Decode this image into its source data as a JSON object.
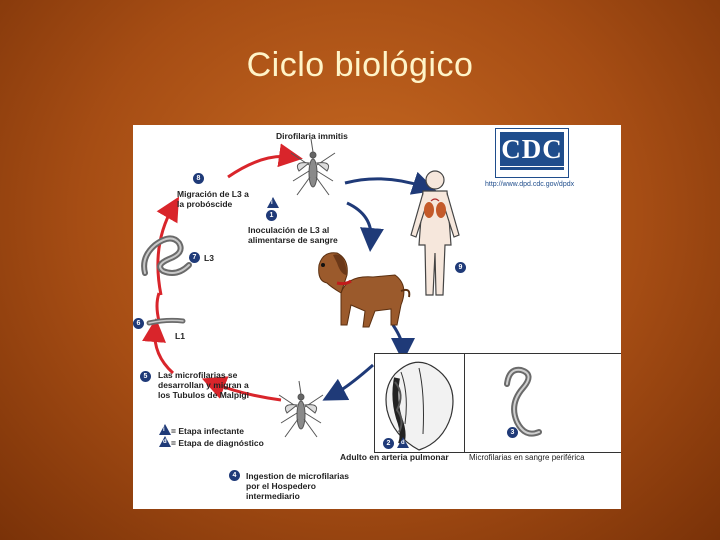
{
  "slide": {
    "title": "Ciclo biológico"
  },
  "logo": {
    "text": "CDC",
    "url": "http://www.dpd.cdc.gov/dpdx"
  },
  "labels": {
    "title_species": "Dirofilaria immitis",
    "step1": "Inoculación de L3 al\nalimentarse de sangre",
    "step8": "Migración de L3 a\nla probóscide",
    "step7": "L3",
    "step6": "L1",
    "step5": "Las microfilarias se\ndesarrollan y migran a\nlos Tubulos de Malpigi",
    "legend_infective": "= Etapa infectante",
    "legend_diagnostic": "= Etapa de diagnóstico",
    "step4": "Ingestion de microfilarias\npor el Hospedero\nintermediario",
    "step2": "Adulto en arteria pulmonar",
    "step3": "Microfilarias en sangre periférica"
  },
  "badges": {
    "n1": "1",
    "n2": "2",
    "n3": "3",
    "n4": "4",
    "n5": "5",
    "n6": "6",
    "n7": "7",
    "n8": "8",
    "n9": "9",
    "i": "i",
    "d": "d"
  },
  "colors": {
    "red_arrow": "#d9252b",
    "blue_arrow": "#1f3a78",
    "badge": "#1f3a78",
    "worm": "#7a7a7a"
  }
}
